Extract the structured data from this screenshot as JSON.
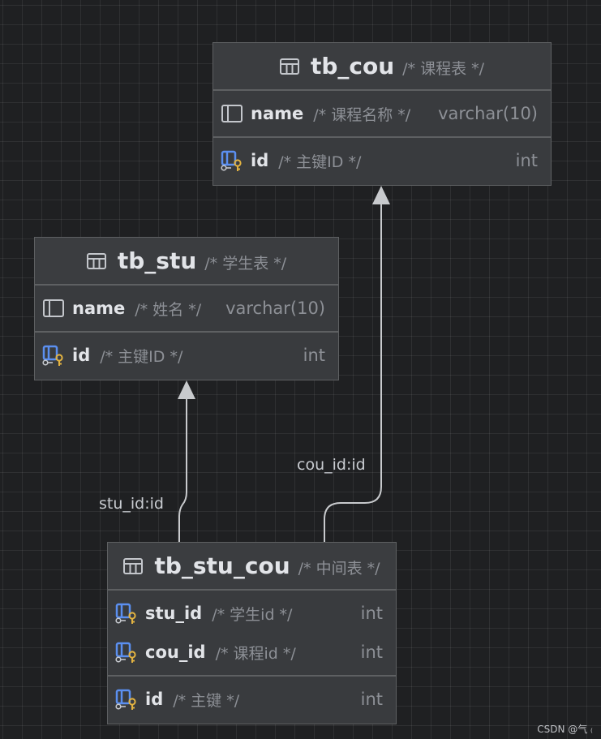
{
  "tables": {
    "cou": {
      "name": "tb_cou",
      "comment": "/* 课程表 */",
      "columns": [
        {
          "name": "name",
          "comment": "/* 课程名称 */",
          "type": "varchar(10)"
        },
        {
          "name": "id",
          "comment": "/* 主键ID */",
          "type": "int"
        }
      ]
    },
    "stu": {
      "name": "tb_stu",
      "comment": "/* 学生表 */",
      "columns": [
        {
          "name": "name",
          "comment": "/* 姓名 */",
          "type": "varchar(10)"
        },
        {
          "name": "id",
          "comment": "/* 主键ID */",
          "type": "int"
        }
      ]
    },
    "stu_cou": {
      "name": "tb_stu_cou",
      "comment": "/* 中间表 */",
      "columns": [
        {
          "name": "stu_id",
          "comment": "/* 学生id */",
          "type": "int"
        },
        {
          "name": "cou_id",
          "comment": "/* 课程id */",
          "type": "int"
        },
        {
          "name": "id",
          "comment": "/* 主键 */",
          "type": "int"
        }
      ]
    }
  },
  "connections": {
    "stu": "stu_id:id",
    "cou": "cou_id:id"
  },
  "watermark": "CSDN @气 ₍"
}
